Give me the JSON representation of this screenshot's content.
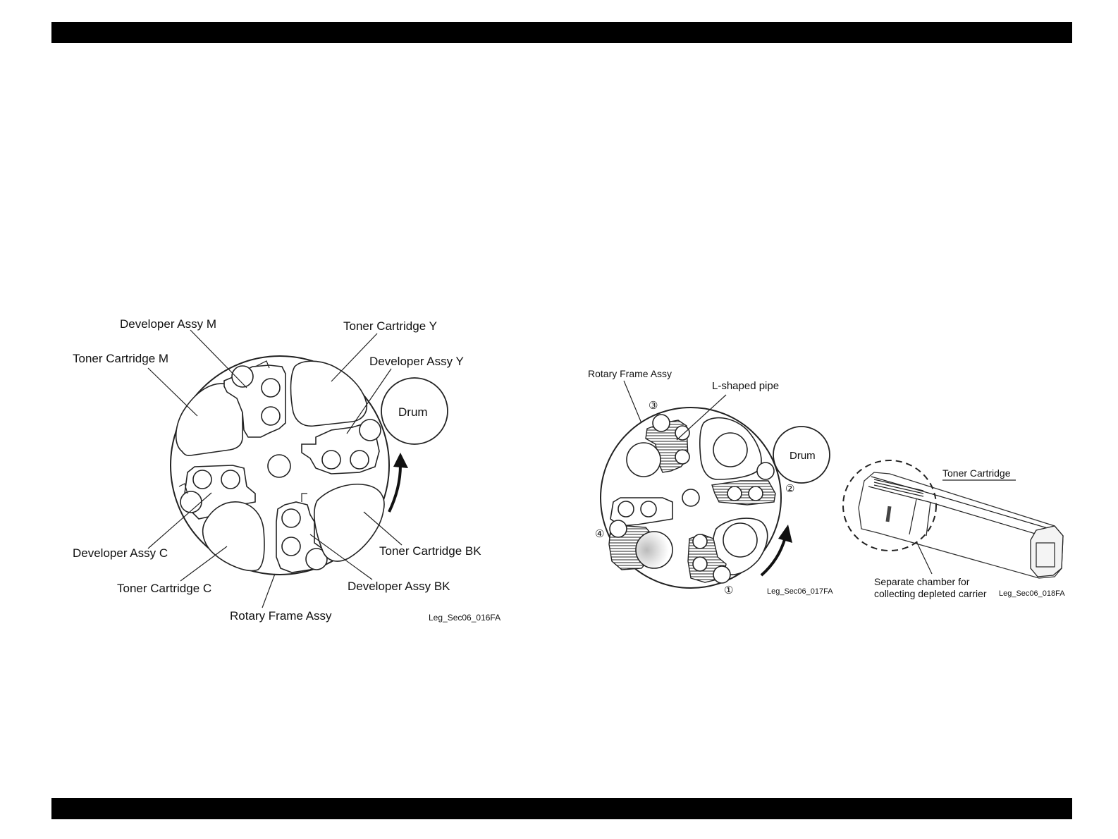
{
  "header_bar": "",
  "footer_bar": "",
  "fig1": {
    "labels": {
      "developer_m": "Developer Assy M",
      "toner_m": "Toner Cartridge M",
      "toner_y": "Toner Cartridge Y",
      "developer_y": "Developer Assy Y",
      "drum": "Drum",
      "developer_c": "Developer Assy C",
      "toner_c": "Toner Cartridge C",
      "rotary_frame": "Rotary Frame Assy",
      "developer_bk": "Developer Assy BK",
      "toner_bk": "Toner Cartridge BK"
    },
    "code": "Leg_Sec06_016FA"
  },
  "fig2": {
    "labels": {
      "rotary_frame": "Rotary Frame Assy",
      "l_pipe": "L-shaped pipe",
      "drum": "Drum",
      "pos1": "①",
      "pos2": "②",
      "pos3": "③",
      "pos4": "④"
    },
    "code": "Leg_Sec06_017FA"
  },
  "fig3": {
    "labels": {
      "toner_cartridge": "Toner Cartridge",
      "chamber_line1": "Separate chamber for",
      "chamber_line2": "collecting depleted carrier"
    },
    "code": "Leg_Sec06_018FA"
  }
}
